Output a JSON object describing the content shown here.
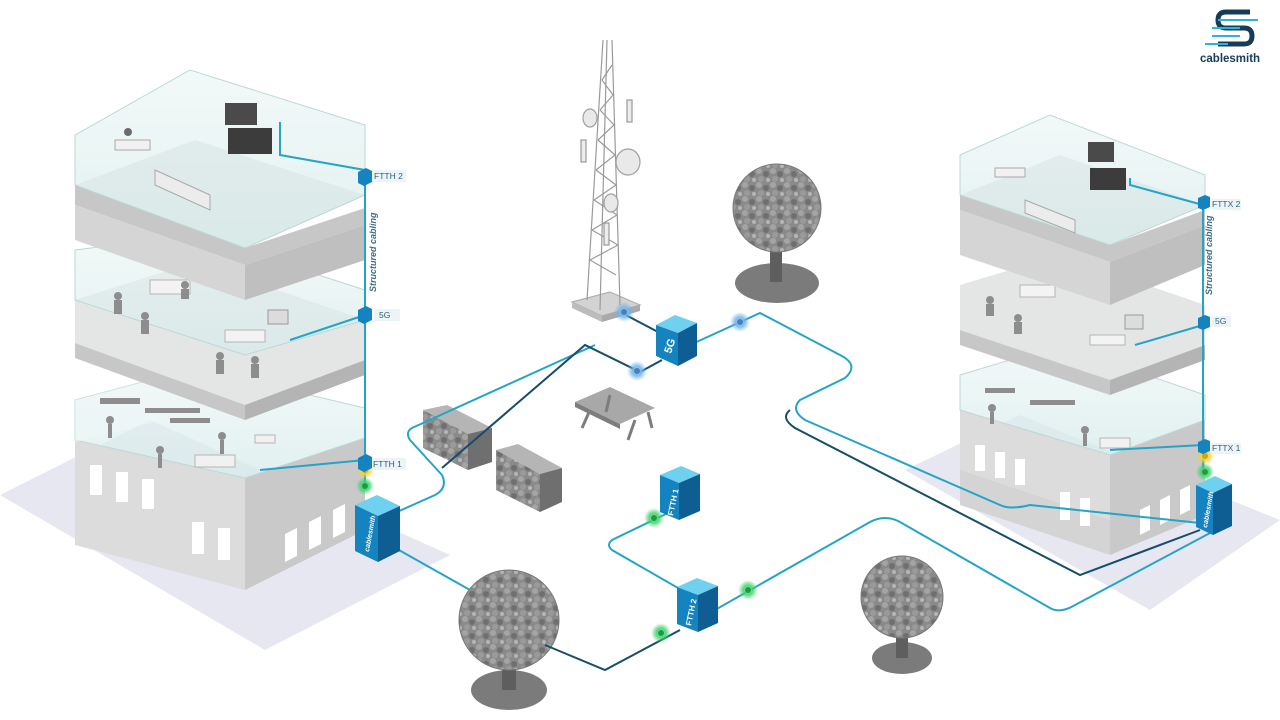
{
  "logo": {
    "text": "cablesmith",
    "icon": "cablesmith-s-logo-icon"
  },
  "labels": {
    "left_ftth2": "FTTH 2",
    "left_5g": "5G",
    "left_ftth1": "FTTH 1",
    "left_vertical": "Structured cabling",
    "right_fttx2": "FTTX 2",
    "right_5g": "5G",
    "right_fttx1": "FTTX 1",
    "right_vertical": "Structured cabling",
    "cabinet_brand": "cablesmith",
    "box_5g": "5G",
    "box_ftth1": "FTTH 1",
    "box_ftth2": "FTTH 2"
  },
  "colors": {
    "cable_light": "#24a5c8",
    "cable_dark": "#154d6b",
    "node_blue": "#6fb4ea",
    "node_green": "#3fd36b",
    "node_yellow": "#f3d13a",
    "box_top": "#6fd0ef",
    "box_front": "#1583bf",
    "box_side": "#0e5e93"
  }
}
